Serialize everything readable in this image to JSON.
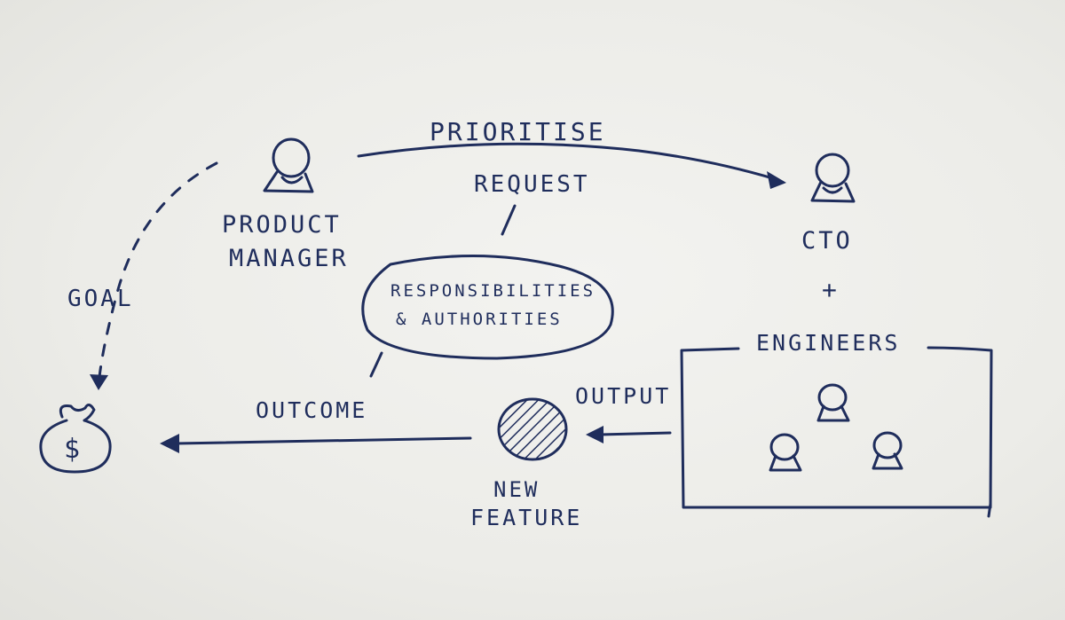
{
  "labels": {
    "prioritise": "PRIORITISE",
    "request": "REQUEST",
    "product_manager_line1": "PRODUCT",
    "product_manager_line2": "MANAGER",
    "cto": "CTO",
    "plus": "+",
    "engineers": "ENGINEERS",
    "goal": "GOAL",
    "responsibilities_line1": "RESPONSIBILITIES",
    "responsibilities_line2": "& AUTHORITIES",
    "outcome": "OUTCOME",
    "output": "OUTPUT",
    "new_feature_line1": "NEW",
    "new_feature_line2": "FEATURE",
    "money_symbol": "$"
  },
  "colors": {
    "ink": "#1f2d5c",
    "paper": "#eeeeea"
  }
}
